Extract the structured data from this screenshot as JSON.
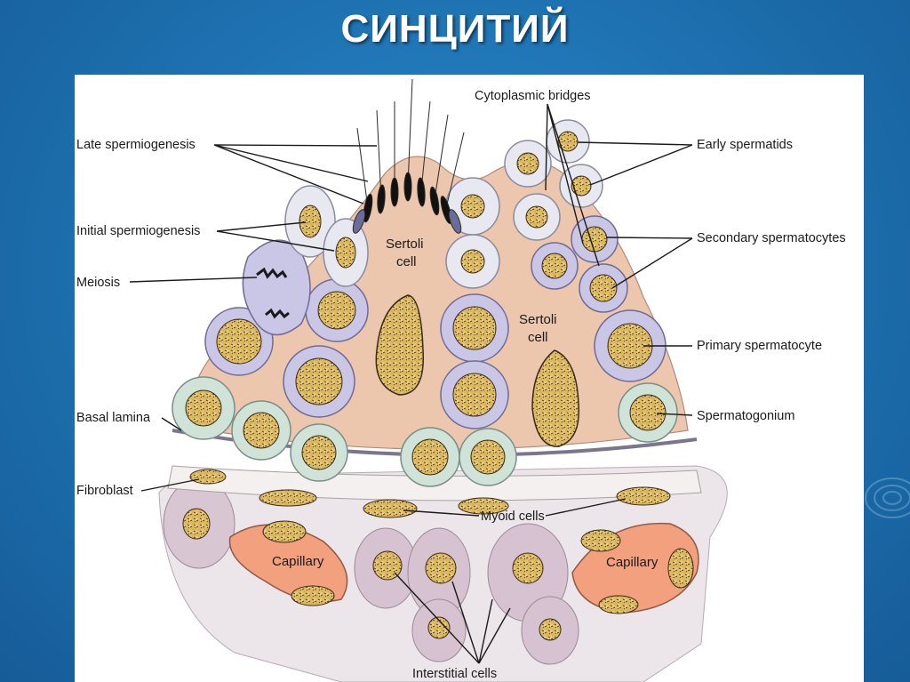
{
  "slide": {
    "title": "СИНЦИТИЙ"
  },
  "labels": {
    "late_spermiogenesis": "Late spermiogenesis",
    "initial_spermiogenesis": "Initial spermiogenesis",
    "meiosis": "Meiosis",
    "basal_lamina": "Basal lamina",
    "fibroblast": "Fibroblast",
    "cytoplasmic_bridges": "Cytoplasmic bridges",
    "early_spermatids": "Early spermatids",
    "secondary_spermatocytes": "Secondary spermatocytes",
    "primary_spermatocyte": "Primary spermatocyte",
    "spermatogonium": "Spermatogonium",
    "myoid_cells": "Myoid cells",
    "interstitial_cells": "Interstitial cells",
    "sertoli_1_line1": "Sertoli",
    "sertoli_1_line2": "cell",
    "sertoli_2_line1": "Sertoli",
    "sertoli_2_line2": "cell",
    "capillary_left": "Capillary",
    "capillary_right": "Capillary"
  },
  "colors": {
    "background": "#1f74b4",
    "panel": "#ffffff",
    "sertoli_cytoplasm": "#ecc6ad",
    "nucleus": "#e9cf82",
    "spermatocyte_membrane": "#c9c6e6",
    "spermatogonium_membrane": "#cfe3d8",
    "capillary": "#f2a07e",
    "interstitial": "#dcc8d4"
  }
}
